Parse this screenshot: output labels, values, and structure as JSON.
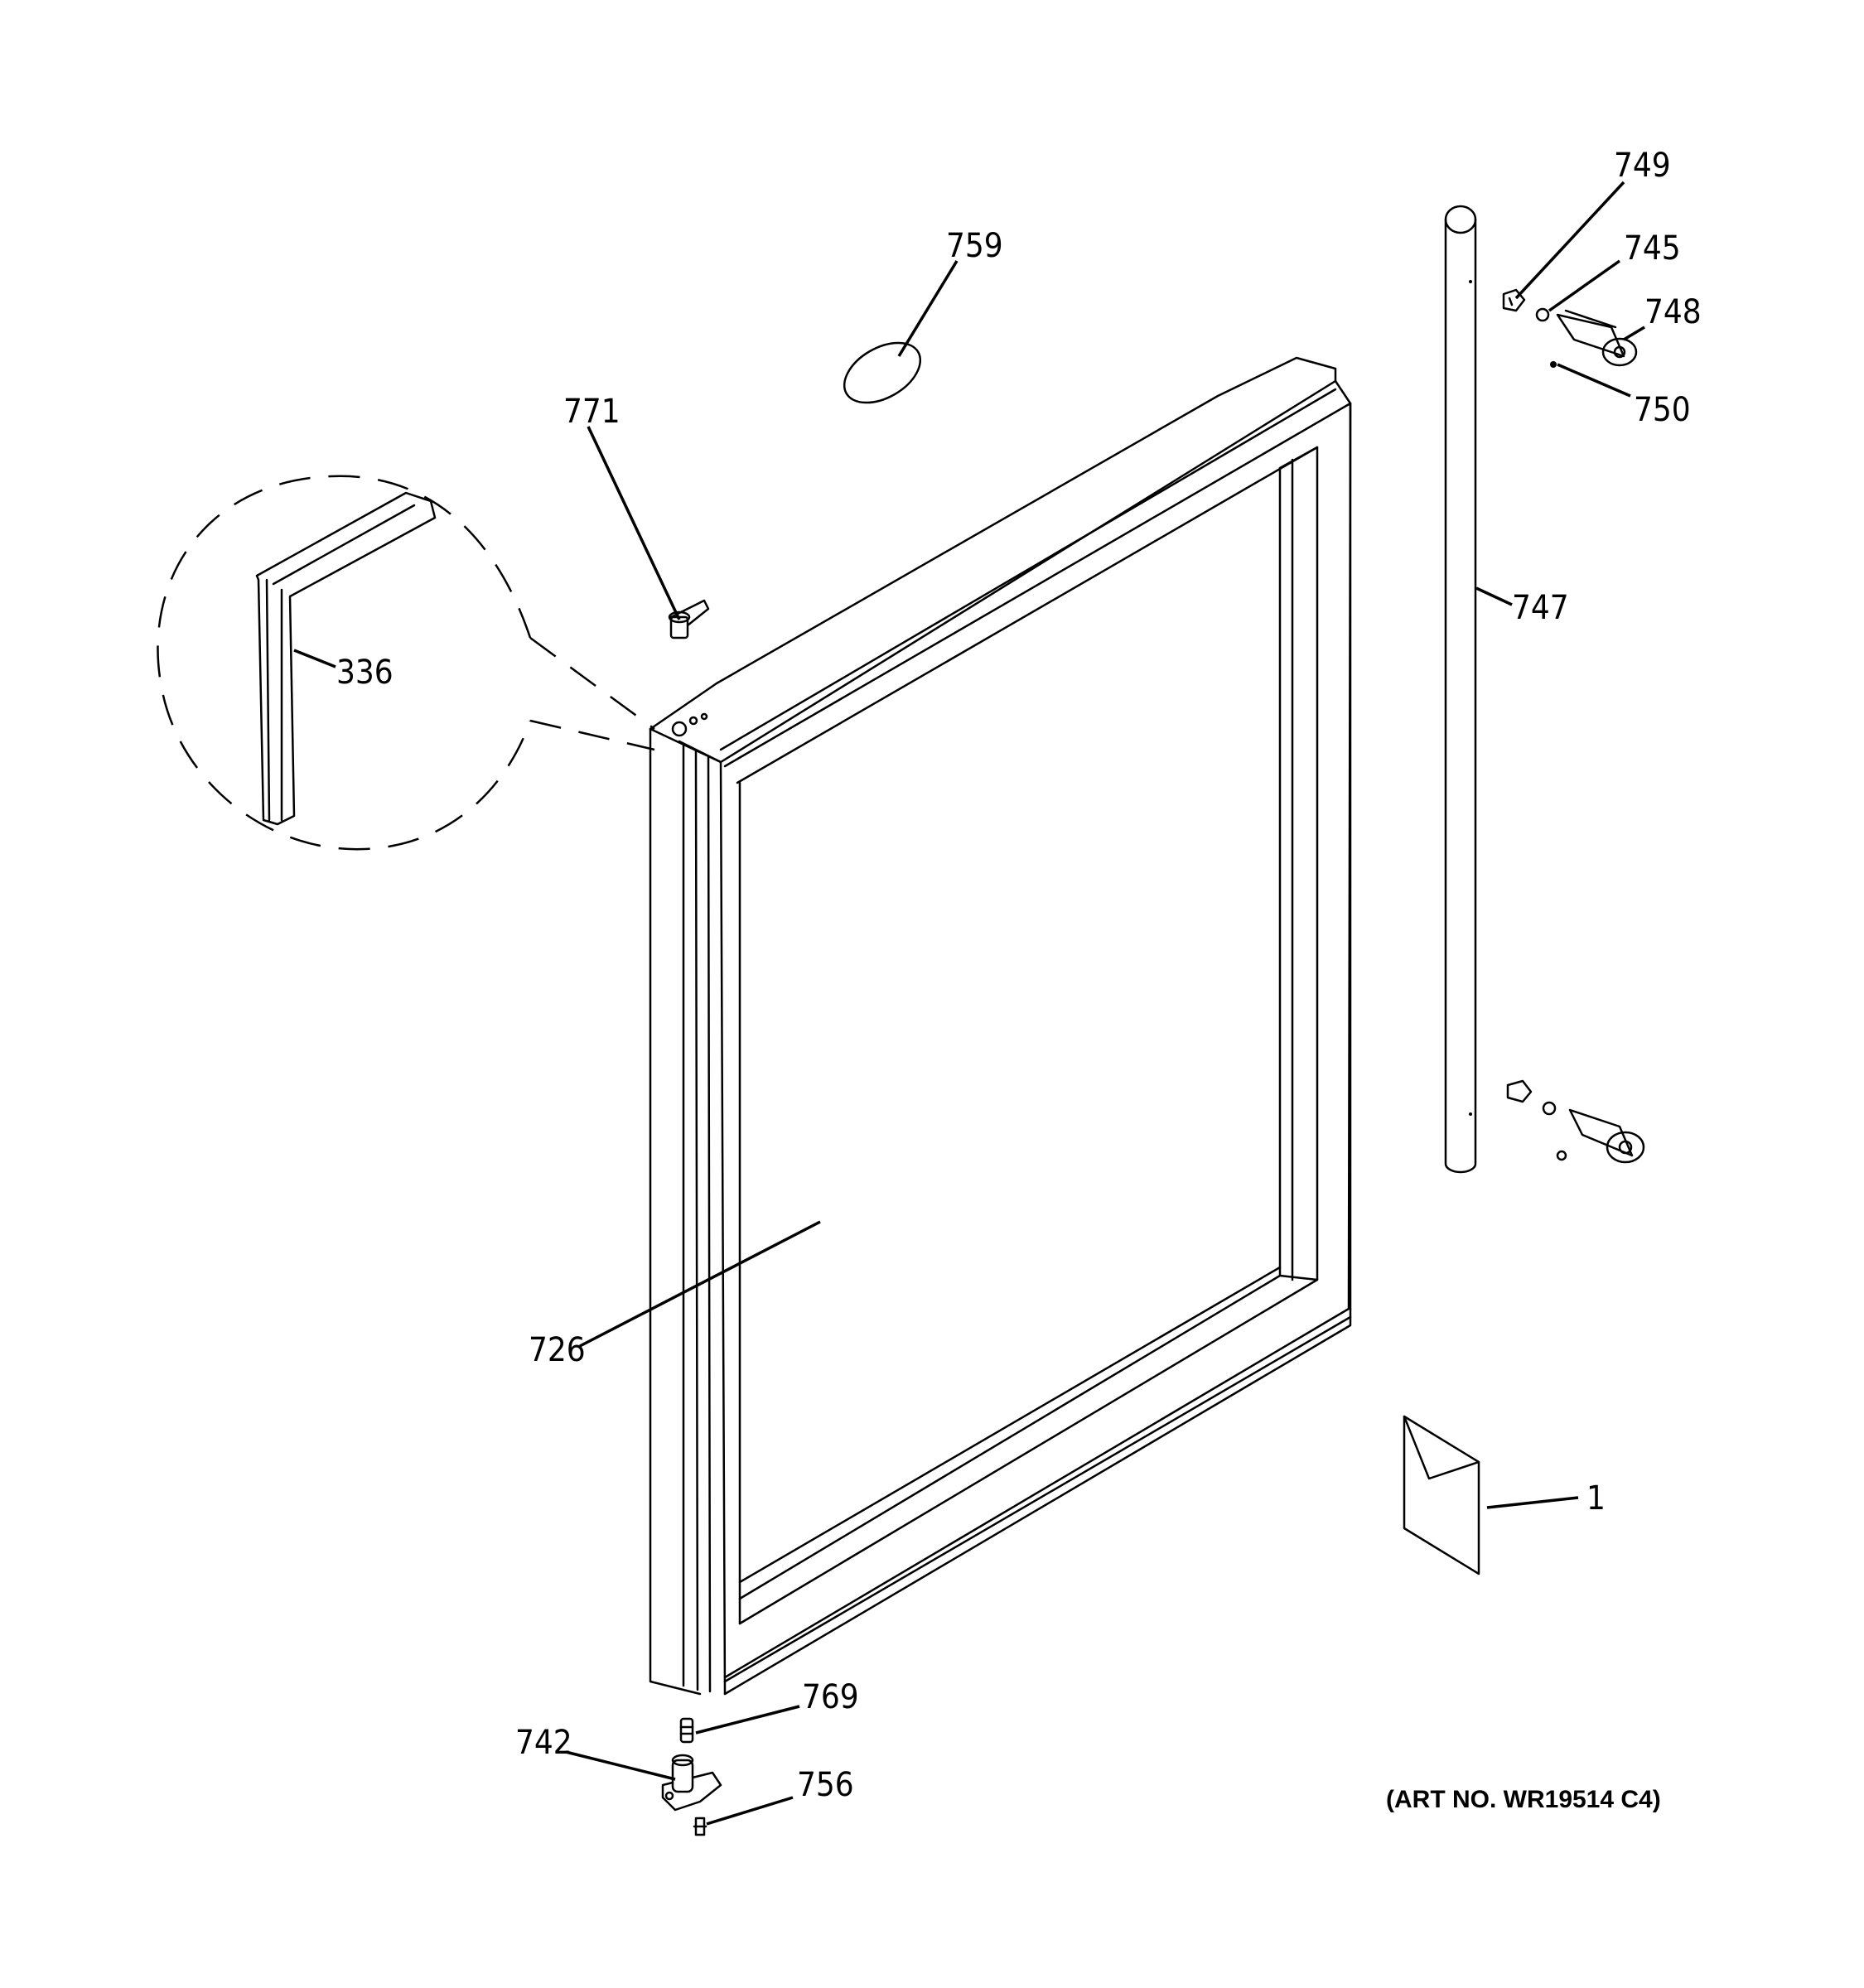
{
  "art_number": "(ART NO. WR19514 C4)",
  "callouts": {
    "c749": "749",
    "c745": "745",
    "c748": "748",
    "c750": "750",
    "c759": "759",
    "c771": "771",
    "c336": "336",
    "c747": "747",
    "c726": "726",
    "c1": "1",
    "c769": "769",
    "c742": "742",
    "c756": "756"
  }
}
